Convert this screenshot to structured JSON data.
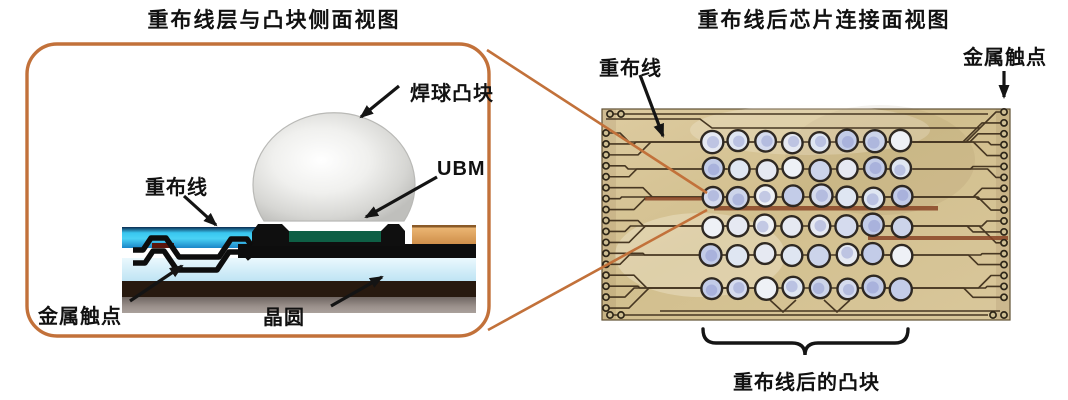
{
  "figure": {
    "left_panel": {
      "title": "重布线层与凸块侧面视图",
      "labels": {
        "solder_ball": "焊球凸块",
        "ubm": "UBM",
        "rdl": "重布线",
        "metal_contact": "金属触点",
        "wafer": "晶圆"
      }
    },
    "right_panel": {
      "title": "重布线后芯片连接面视图",
      "labels": {
        "rdl": "重布线",
        "metal_contact": "金属触点",
        "bumps": "重布线后的凸块"
      },
      "chip": {
        "bump_rows": 6,
        "bump_cols": 8,
        "left_edge_contacts": 17,
        "right_edge_contacts": 18
      }
    },
    "colors": {
      "callout_border": "#c2713a",
      "rdl_cyan": "#3cc8f0",
      "rdl_blue": "#1b86c8",
      "navy_edge": "#0a2a50",
      "ubm_green": "#0e5f45",
      "pad_orange": "#dfa05c",
      "passivation_blue": "#cfeefa",
      "contact_layer_dark": "#27190f",
      "wafer_gray": "#948b86",
      "ball_gray": "#e8e8e6",
      "chip_tan": "#d7c597",
      "trace_brown": "#473722",
      "bump_fill_blue": "#ccd4ea",
      "streak_red": "#8a4526",
      "arrow_black": "#141414"
    }
  }
}
